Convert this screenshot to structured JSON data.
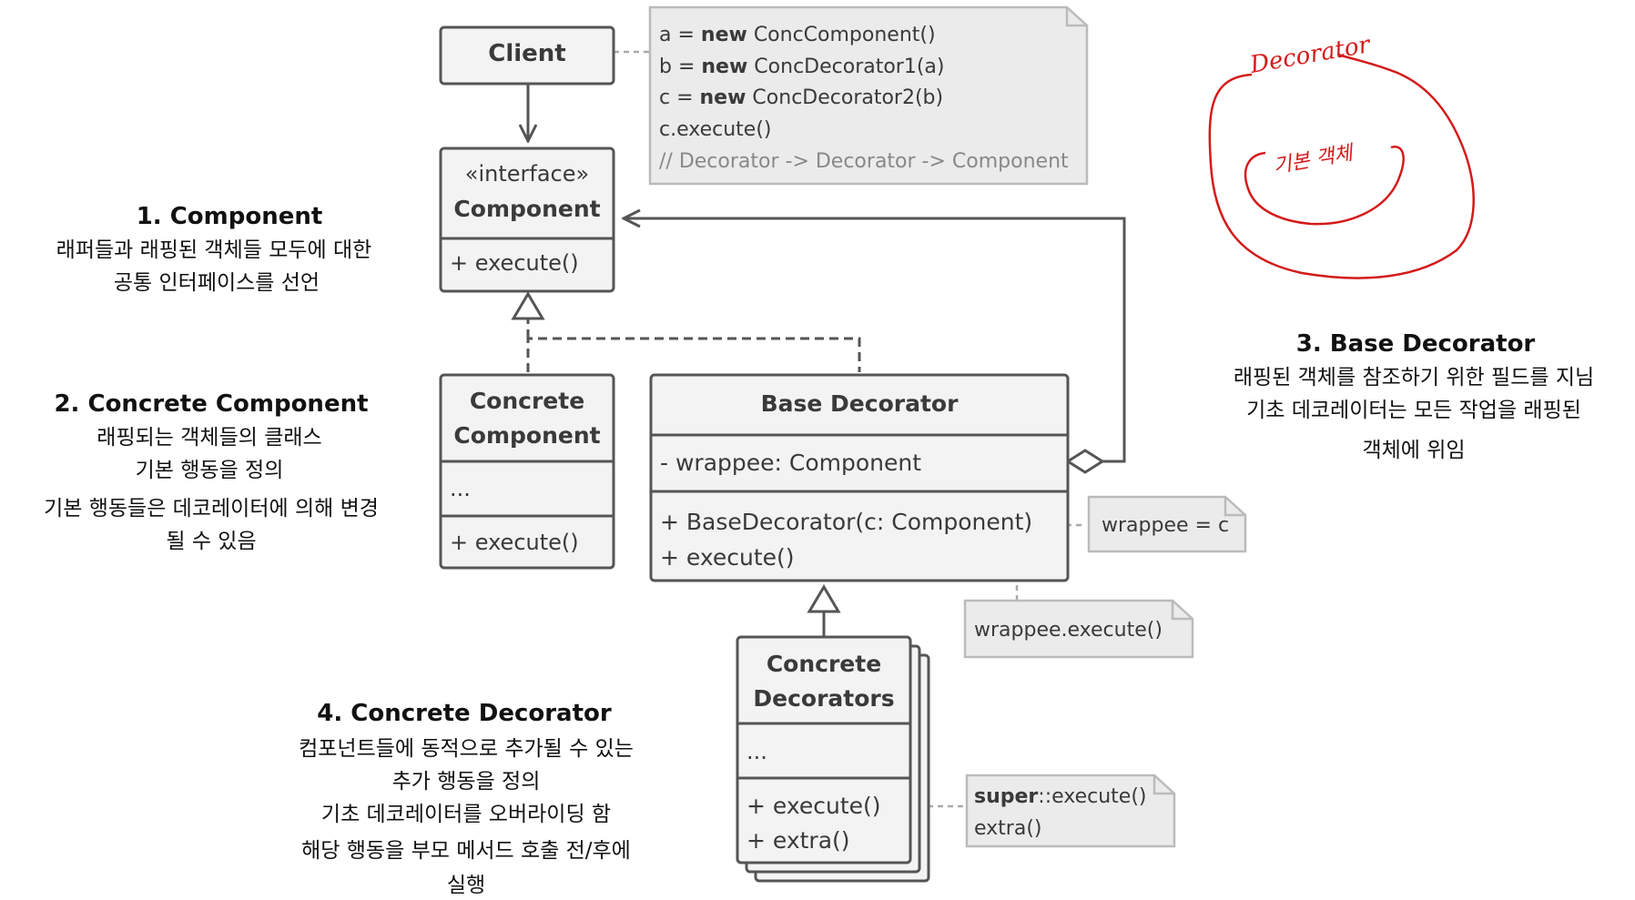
{
  "classes": {
    "client": {
      "name": "Client"
    },
    "component": {
      "stereotype": "«interface»",
      "name": "Component",
      "method": "+ execute()"
    },
    "concrete_component": {
      "name_line1": "Concrete",
      "name_line2": "Component",
      "fields": "...",
      "method": "+ execute()"
    },
    "base_decorator": {
      "name": "Base Decorator",
      "field": "- wrappee: Component",
      "constructor": "+ BaseDecorator(c: Component)",
      "method": "+ execute()"
    },
    "concrete_decorators": {
      "name_line1": "Concrete",
      "name_line2": "Decorators",
      "fields": "...",
      "method1": "+ execute()",
      "method2": "+ extra()"
    }
  },
  "notes": {
    "client_code": {
      "line1_pre": "a = ",
      "line1_kw": "new",
      "line1_post": " ConcComponent()",
      "line2_pre": "b = ",
      "line2_kw": "new",
      "line2_post": " ConcDecorator1(a)",
      "line3_pre": "c = ",
      "line3_kw": "new",
      "line3_post": " ConcDecorator2(b)",
      "line4": "c.execute()",
      "line5": "// Decorator -> Decorator -> Component"
    },
    "wrappee_assign": "wrappee = c",
    "wrappee_execute": "wrappee.execute()",
    "super_execute_kw": "super",
    "super_execute_rest": "::execute()",
    "extra_call": "extra()"
  },
  "annotations": {
    "a1": {
      "title": "1. Component",
      "line1": "래퍼들과 래핑된 객체들 모두에 대한",
      "line2": "공통 인터페이스를 선언"
    },
    "a2": {
      "title": "2. Concrete Component",
      "line1": "래핑되는 객체들의 클래스",
      "line2": "기본 행동을 정의",
      "line3": "기본 행동들은 데코레이터에 의해 변경",
      "line4": "될 수 있음"
    },
    "a3": {
      "title": "3. Base Decorator",
      "line1": "래핑된 객체를 참조하기 위한 필드를 지님",
      "line2": "기초 데코레이터는 모든 작업을 래핑된",
      "line3": "객체에 위임"
    },
    "a4": {
      "title": "4. Concrete Decorator",
      "line1": "컴포넌트들에 동적으로 추가될 수 있는",
      "line2": "추가 행동을 정의",
      "line3": "기초 데코레이터를 오버라이딩 함",
      "line4": "해당 행동을 부모 메서드 호출 전/후에",
      "line5": "실행"
    }
  },
  "handwriting": {
    "word1": "Decorator",
    "word2": "기본 객체"
  },
  "colors": {
    "box_fill": "#f3f3f3",
    "box_stroke": "#555555",
    "note_fill": "#e9e9e9",
    "ink": "#d41a1a"
  }
}
